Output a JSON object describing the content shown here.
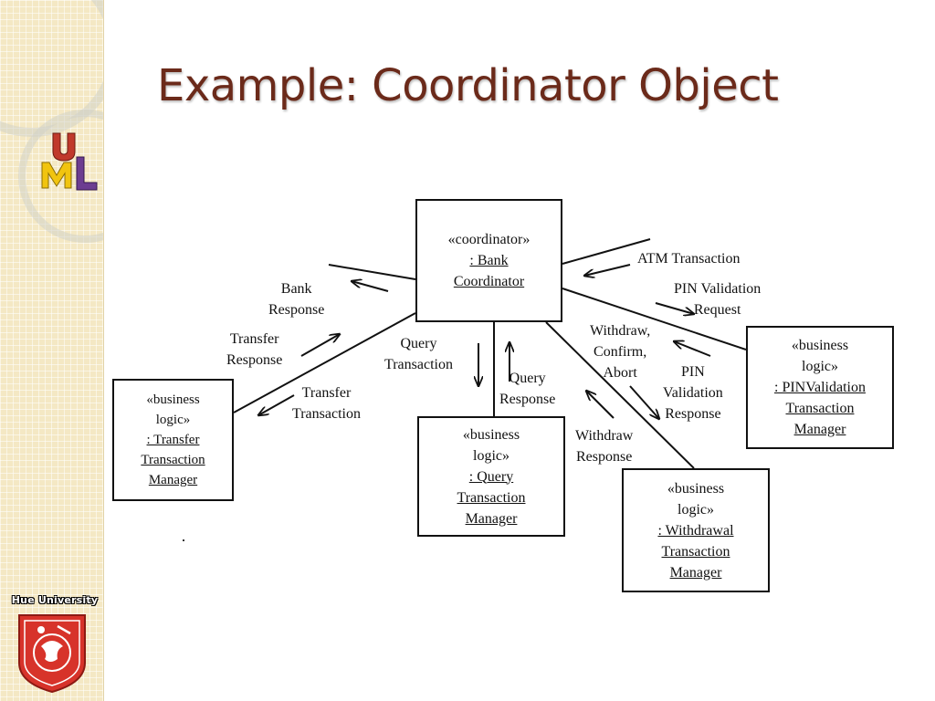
{
  "slide": {
    "title": "Example: Coordinator Object",
    "university": "Hue University"
  },
  "diagram": {
    "nodes": {
      "bank_coordinator": {
        "stereotype": "«coordinator»",
        "name_lines": [
          ": Bank",
          "Coordinator"
        ]
      },
      "transfer_manager": {
        "stereotype_lines": [
          "«business",
          "logic»"
        ],
        "name_lines": [
          ": Transfer",
          "Transaction",
          "Manager"
        ]
      },
      "query_manager": {
        "stereotype_lines": [
          "«business",
          "logic»"
        ],
        "name_lines": [
          ": Query",
          "Transaction",
          "Manager"
        ]
      },
      "withdrawal_manager": {
        "stereotype_lines": [
          "«business",
          "logic»"
        ],
        "name_lines": [
          ": Withdrawal",
          "Transaction",
          "Manager"
        ]
      },
      "pin_manager": {
        "stereotype_lines": [
          "«business",
          "logic»"
        ],
        "name_lines": [
          ": PINValidation",
          "Transaction",
          "Manager"
        ]
      }
    },
    "messages": {
      "atm_transaction": "ATM Transaction",
      "bank_response": [
        "Bank",
        "Response"
      ],
      "pin_validation_request": [
        "PIN Validation",
        "Request"
      ],
      "transfer_response": [
        "Transfer",
        "Response"
      ],
      "transfer_transaction": [
        "Transfer",
        "Transaction"
      ],
      "query_transaction": [
        "Query",
        "Transaction"
      ],
      "query_response": [
        "Query",
        "Response"
      ],
      "withdraw_confirm_abort": [
        "Withdraw,",
        "Confirm,",
        "Abort"
      ],
      "pin_validation_response": [
        "PIN",
        "Validation",
        "Response"
      ],
      "withdraw_response": [
        "Withdraw",
        "Response"
      ]
    }
  }
}
